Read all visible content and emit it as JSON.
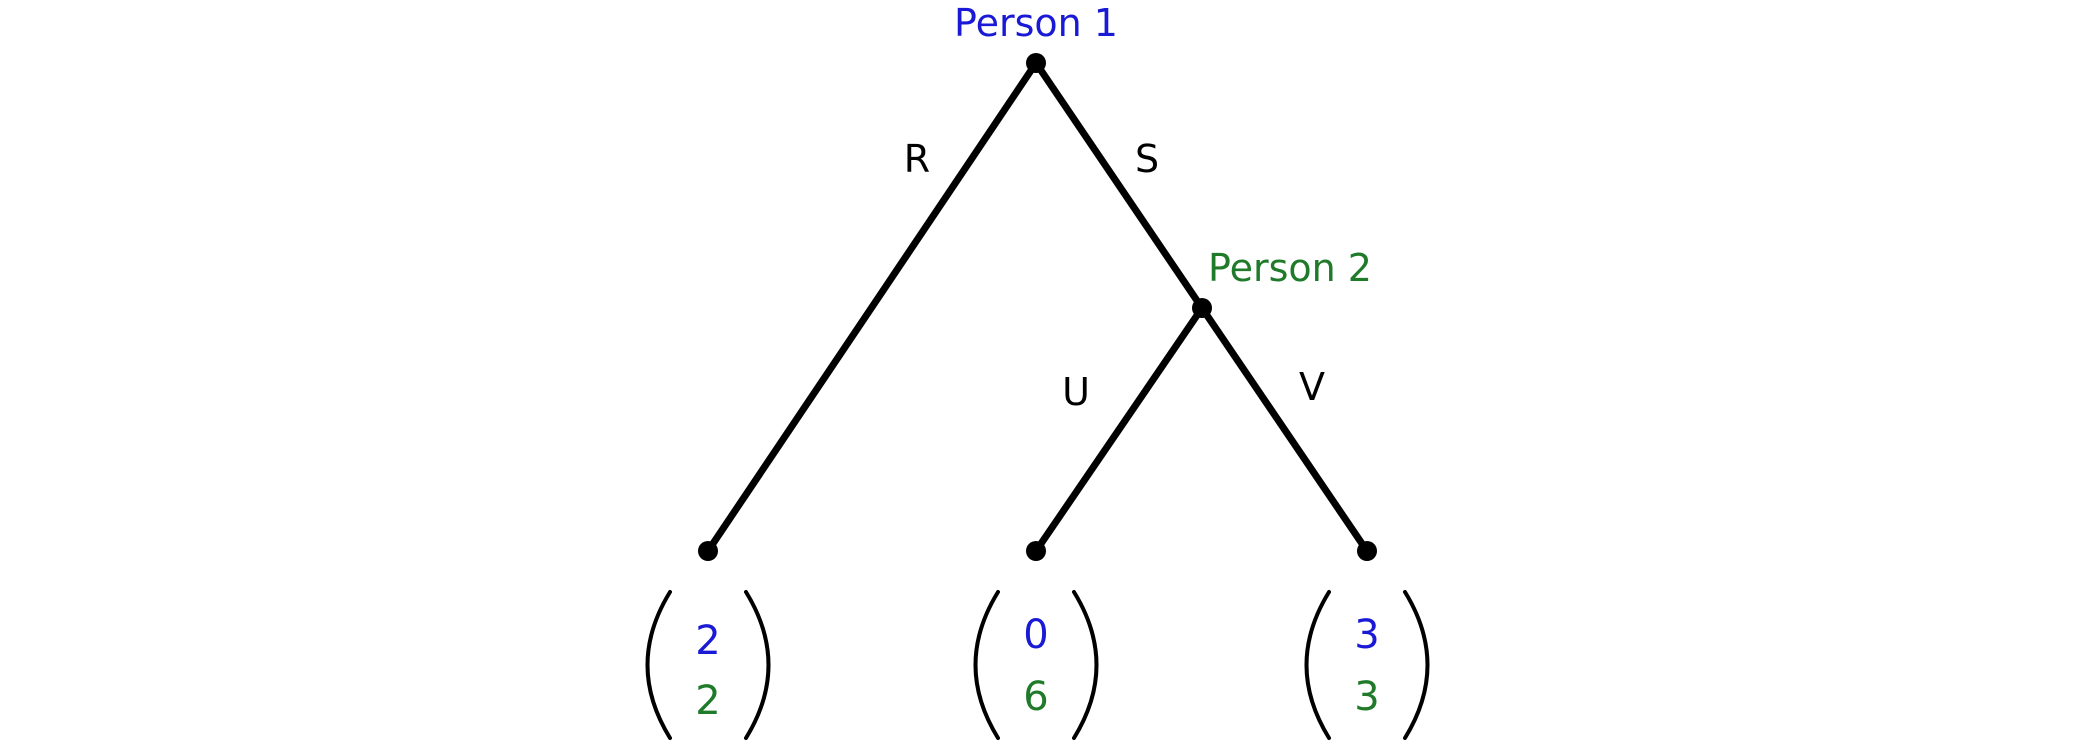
{
  "colors": {
    "player1": "#1a1ad6",
    "player2": "#1f7a2a",
    "edge": "#000000"
  },
  "players": {
    "p1": "Person 1",
    "p2": "Person 2"
  },
  "actions": {
    "r": "R",
    "s": "S",
    "u": "U",
    "v": "V"
  },
  "payoffs": {
    "r": {
      "p1": "2",
      "p2": "2"
    },
    "su": {
      "p1": "0",
      "p2": "6"
    },
    "sv": {
      "p1": "3",
      "p2": "3"
    }
  }
}
